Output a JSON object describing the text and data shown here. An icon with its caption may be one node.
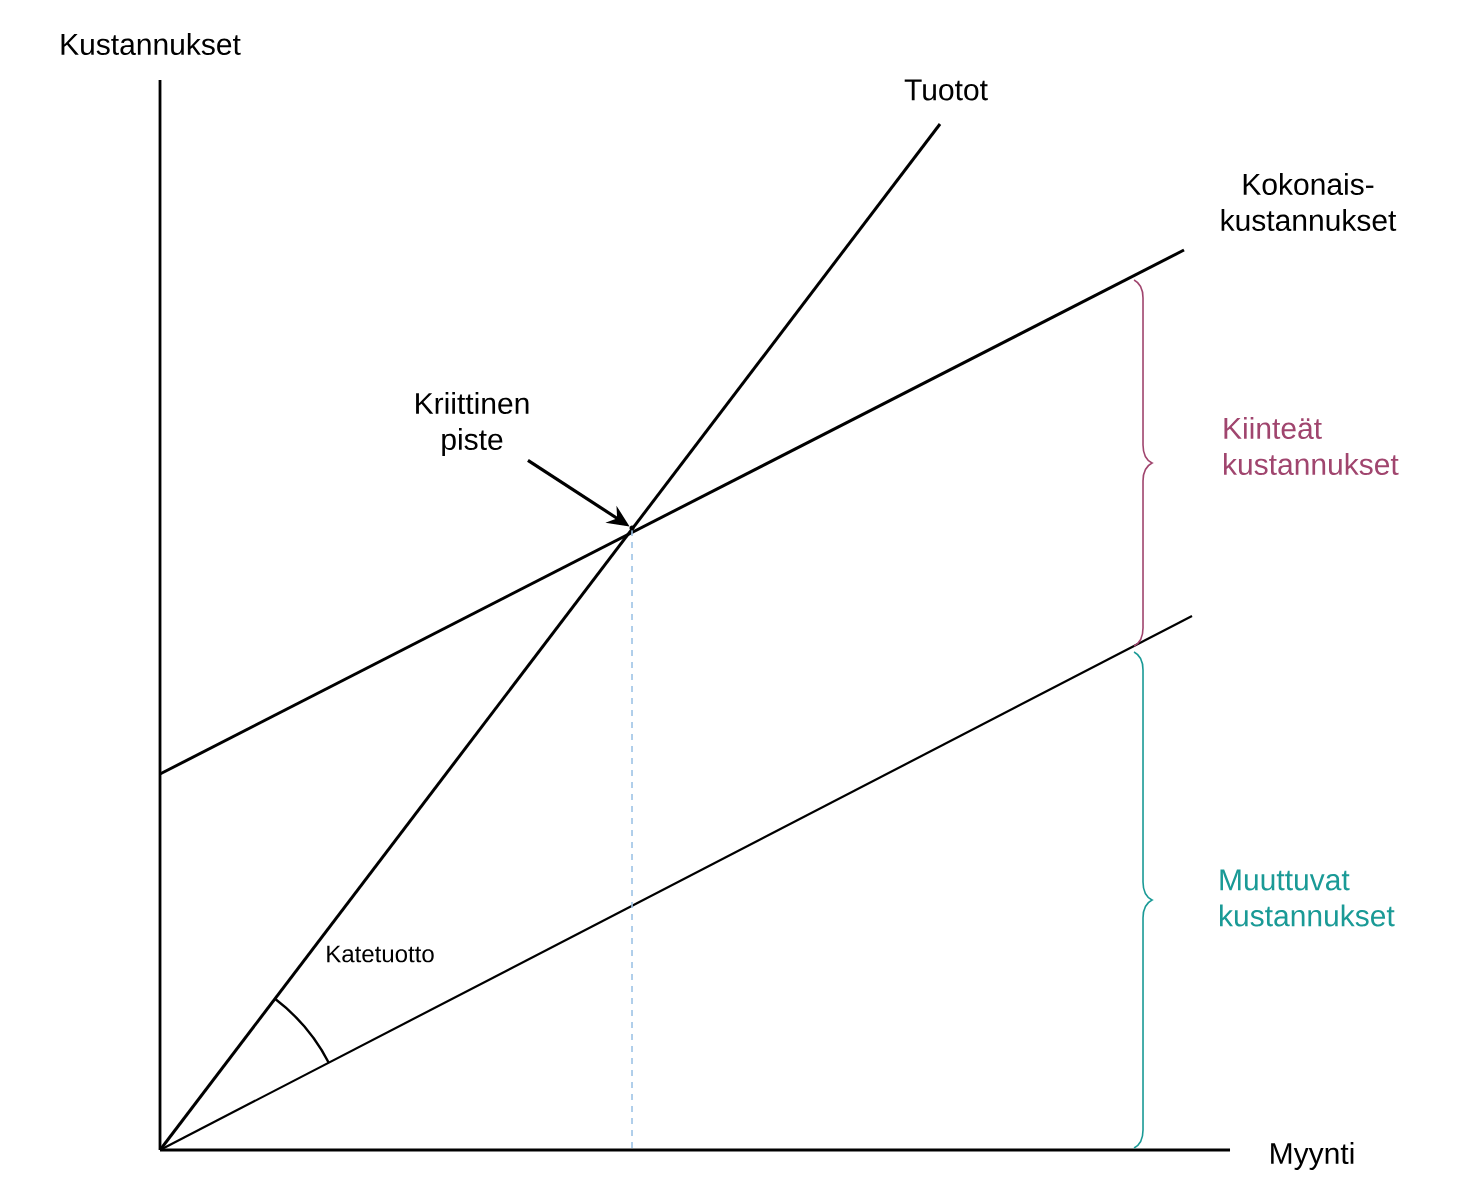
{
  "diagram": {
    "nodes": [
      {
        "text": [
          "Kriittinen piste"
        ]
      },
      {
        "text": [],
        "shape": "point"
      }
    ],
    "edges": [
      {
        "from": 0,
        "to": 1,
        "arrow": "to"
      }
    ],
    "labels": [
      "Kustannukset",
      "Tuotot",
      "Kokonais- kustannukset",
      "Kiinteät kustannukset",
      "Muuttuvat kustannukset",
      "Katetuotto",
      "Myynti"
    ]
  }
}
